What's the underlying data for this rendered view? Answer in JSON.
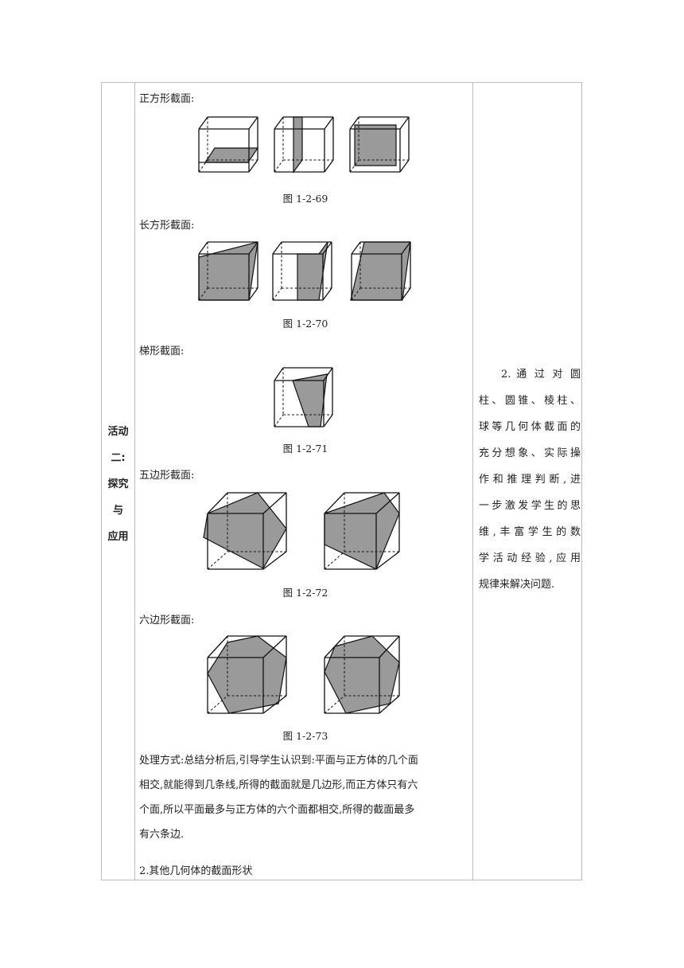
{
  "activity_label": [
    "活动",
    "二:",
    "探究",
    "与",
    "应用"
  ],
  "sections": {
    "square": "正方形截面:",
    "rectangle": "长方形截面:",
    "trapezoid": "梯形截面:",
    "pentagon": "五边形截面:",
    "hexagon": "六边形截面:"
  },
  "captions": {
    "f69": "图 1-2-69",
    "f70": "图 1-2-70",
    "f71": "图 1-2-71",
    "f72": "图 1-2-72",
    "f73": "图 1-2-73"
  },
  "processing": [
    "处理方式:总结分析后,引导学生认识到:平面与正方体的几个面",
    "相交,就能得到几条线,所得的截面就是几边形,而正方体只有六",
    "个面,所以平面最多与正方体的六个面都相交,所得的截面最多",
    "有六条边."
  ],
  "next_heading": "2.其他几何体的截面形状",
  "design_intent": [
    "2. 通 过 对 圆",
    "柱、圆锥、棱柱、",
    "球等几何体截面的",
    "充分想象、实际操",
    "作和推理判断,进",
    "一步激发学生的思",
    "维,丰富学生的数",
    "学活动经验,应用",
    "规律来解决问题."
  ]
}
